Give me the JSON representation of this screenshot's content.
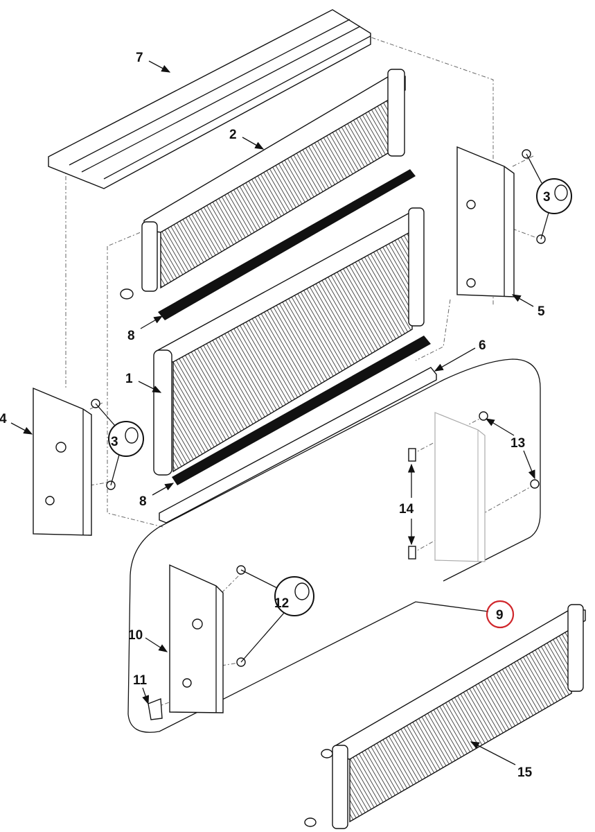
{
  "diagram": {
    "title": "Radiator / cooler assembly exploded view",
    "callouts": {
      "c7": "7",
      "c2": "2",
      "c3a": "3",
      "c8a": "8",
      "c5": "5",
      "c6": "6",
      "c1": "1",
      "c4": "4",
      "c3b": "3",
      "c13": "13",
      "c14": "14",
      "c8b": "8",
      "c12": "12",
      "c9": "9",
      "c10": "10",
      "c11": "11",
      "c15": "15"
    },
    "highlight_color": "#d0262b"
  }
}
